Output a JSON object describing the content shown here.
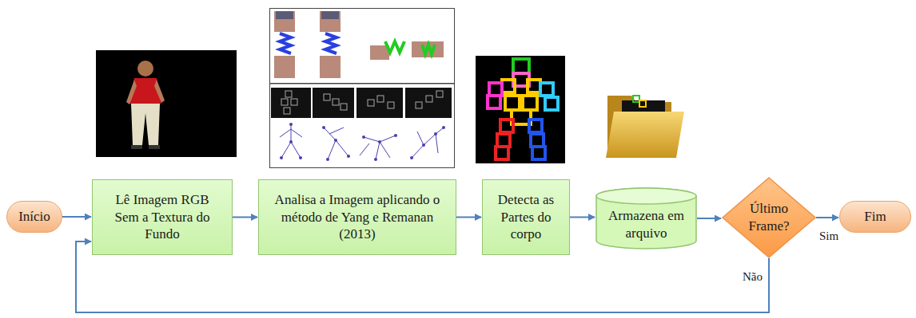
{
  "diagram": {
    "nodes": [
      {
        "text": [
          "Início"
        ]
      },
      {
        "text": [
          "Lê Imagem RGB Sem a Textura do Fundo"
        ]
      },
      {
        "text": [
          "Analisa a Imagem aplicando o método de Yang e Remanan (2013)"
        ]
      },
      {
        "text": [
          "Detecta as Partes do corpo"
        ]
      },
      {
        "text": [
          "Armazena em arquivo"
        ]
      },
      {
        "text": [
          "Último Frame?"
        ]
      },
      {
        "text": [
          "Fim"
        ]
      }
    ],
    "edges": [
      {
        "from": 0,
        "to": 1,
        "arrow": "to"
      },
      {
        "from": 1,
        "to": 2,
        "arrow": "to"
      },
      {
        "from": 2,
        "to": 3,
        "arrow": "to"
      },
      {
        "from": 3,
        "to": 4,
        "arrow": "to"
      },
      {
        "from": 4,
        "to": 5,
        "arrow": "to"
      },
      {
        "from": 5,
        "to": 6,
        "label": "Sim",
        "arrow": "to"
      },
      {
        "from": 5,
        "to": 1,
        "label": "Não",
        "arrow": "to"
      }
    ]
  }
}
